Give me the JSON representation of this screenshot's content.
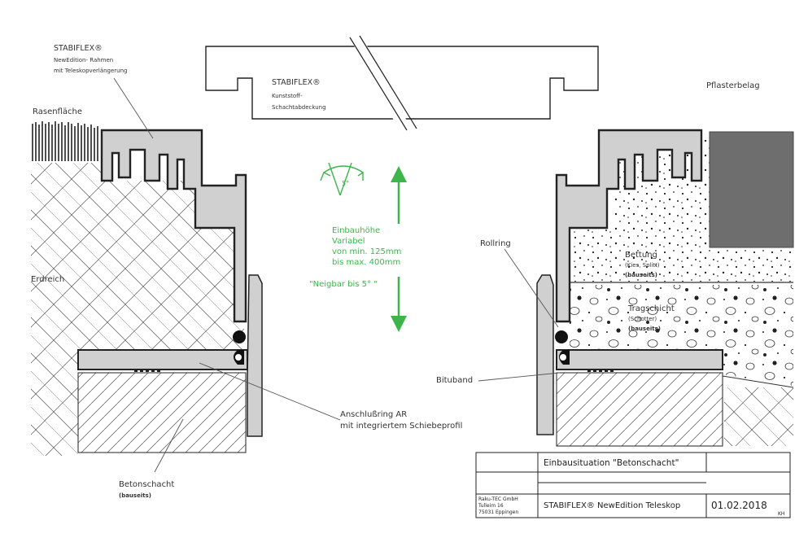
{
  "labels": {
    "stabiflex_frame_title": "STABIFLEX®",
    "stabiflex_frame_line1": "NewEdition- Rahmen",
    "stabiflex_frame_line2": "mit Teleskopverlängerung",
    "cover_title": "STABIFLEX®",
    "cover_line1": "Kunststoff-",
    "cover_line2": "Schachtabdeckung",
    "rasenflaeche": "Rasenfläche",
    "erdreich": "Erdreich",
    "pflasterbelag": "Pflasterbelag",
    "rollring": "Rollring",
    "bettung": "Bettung",
    "bettung_sub": "(Kies, Splitt)",
    "bettung_bauseits": "(bauseits)",
    "tragschicht": "Tragschicht",
    "tragschicht_sub": "(Schotter)",
    "tragschicht_bauseits": "(bauseits)",
    "bituband": "Bituband",
    "anschlussring_line1": "Anschlußring AR",
    "anschlussring_line2": "mit integriertem Schiebeprofil",
    "betonschacht": "Betonschacht",
    "betonschacht_bauseits": "(bauseits)"
  },
  "annotation": {
    "angle": "5°",
    "height_line1": "Einbauhöhe",
    "height_line2": "Variabel",
    "height_line3": "von min. 125mm",
    "height_line4": "bis max. 400mm",
    "tilt": "\"Neigbar bis 5° \"",
    "color": "#3db54a"
  },
  "title_block": {
    "situation": "Einbausituation \"Betonschacht\"",
    "company_line1": "Raku-TEC GmbH",
    "company_line2": "Tulleim 16",
    "company_line3": "75031 Eppingen",
    "product": "STABIFLEX® NewEdition Teleskop",
    "date": "01.02.2018",
    "initials": "KH"
  },
  "colors": {
    "profile_fill": "#d0d0d0",
    "paving_fill": "#6e6e6e",
    "line": "#222222"
  }
}
